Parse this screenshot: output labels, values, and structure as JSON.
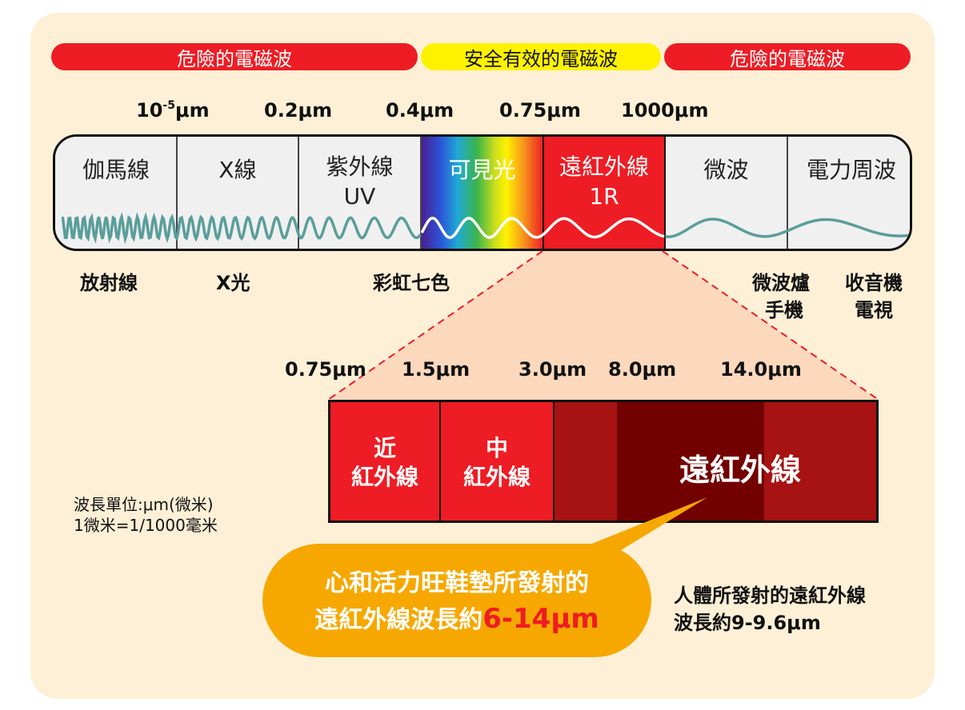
{
  "top_bands": [
    {
      "label": "危險的電磁波",
      "kind": "danger"
    },
    {
      "label": "安全有效的電磁波",
      "kind": "safe"
    },
    {
      "label": "危險的電磁波",
      "kind": "danger"
    }
  ],
  "top_wavelengths": {
    "w1_base": "10",
    "w1_sup": "-5",
    "w1_unit": "μm",
    "w2": "0.2μm",
    "w3": "0.4μm",
    "w4": "0.75μm",
    "w5": "1000μm"
  },
  "spectrum": {
    "gamma": "伽馬線",
    "xray": "X線",
    "uv_1": "紫外線",
    "uv_2": "UV",
    "visible": "可見光",
    "ir_1": "遠紅外線",
    "ir_2": "1R",
    "microwave": "微波",
    "power": "電力周波"
  },
  "below_labels": {
    "radiation": "放射線",
    "xlight": "X光",
    "rainbow": "彩虹七色",
    "microwave_oven": "微波爐",
    "phone": "手機",
    "radio": "收音機",
    "tv": "電視"
  },
  "unit_note": {
    "line1": "波長單位:μm(微米)",
    "line2": "1微米=1/1000毫米"
  },
  "ir_wavelengths": {
    "a": "0.75μm",
    "b": "1.5μm",
    "c": "3.0μm",
    "d": "8.0μm",
    "e": "14.0μm"
  },
  "ir_bands": {
    "near_1": "近",
    "near_2": "紅外線",
    "mid_1": "中",
    "mid_2": "紅外線",
    "far": "遠紅外線"
  },
  "callout": {
    "line1": "心和活力旺鞋墊所發射的",
    "line2_text": "遠紅外線波長約",
    "line2_highlight": "6-14μm"
  },
  "body_note": {
    "line1": "人體所發射的遠紅外線",
    "line2": "波長約9-9.6μm"
  },
  "colors": {
    "danger": "#ee1c24",
    "safe": "#fff200",
    "card_bg": "#fdf0d6",
    "ir_red": "#ee1c24",
    "far_dark": "#730000",
    "far_mid": "#a71213",
    "callout": "#f6a800"
  }
}
